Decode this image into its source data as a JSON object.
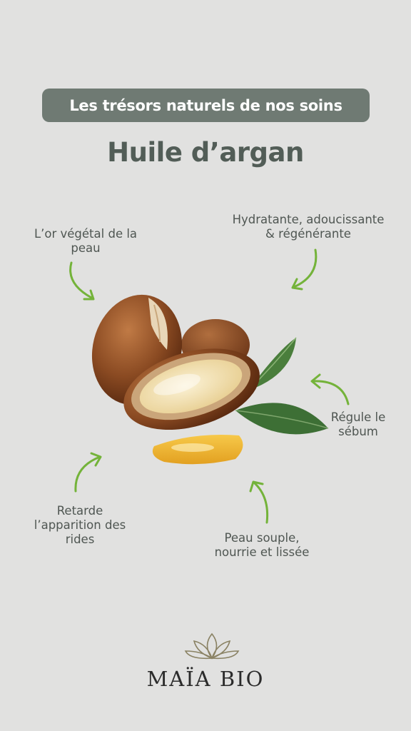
{
  "header": {
    "banner_label": "Les trésors naturels de nos soins",
    "title": "Huile d’argan"
  },
  "benefits": [
    {
      "line1": "L’or végétal de la",
      "line2": "peau"
    },
    {
      "line1": "Hydratante, adoucissante",
      "line2": "& régénérante"
    },
    {
      "line1": "Régule le",
      "line2": "sébum"
    },
    {
      "line1": "Peau souple,",
      "line2": "nourrie et lissée"
    },
    {
      "line1": "Retarde",
      "line2": "l’apparition des",
      "line3": "rides"
    }
  ],
  "illustration": {
    "name": "argan-nuts-with-oil-and-leaves"
  },
  "brand": {
    "name": "MAÏA BIO",
    "logo_icon": "lotus-icon"
  },
  "colors": {
    "background": "#e1e1e0",
    "banner": "#6f7a73",
    "title": "#525d57",
    "arrow": "#74b33a"
  }
}
